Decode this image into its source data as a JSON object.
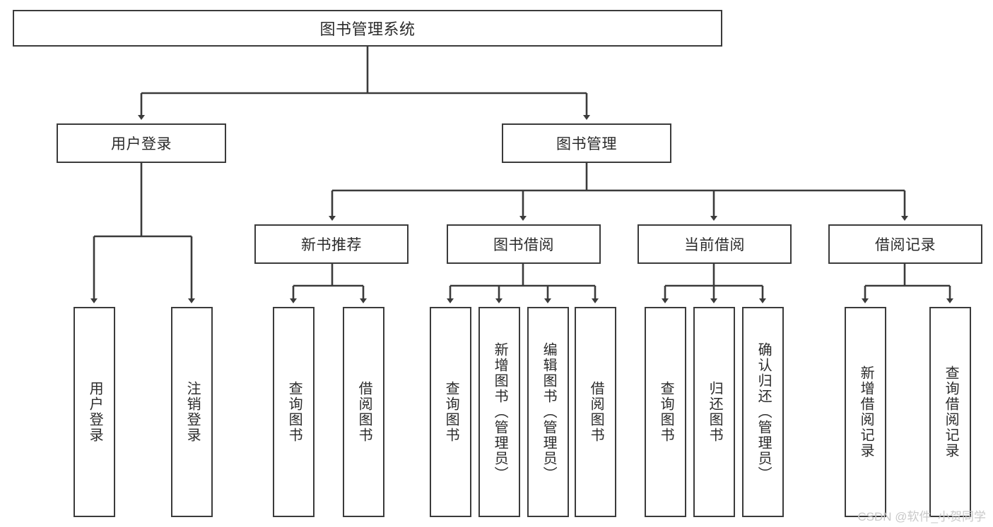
{
  "diagram": {
    "type": "tree",
    "title": "图书管理系统",
    "colors": {
      "stroke": "#3b3b3b",
      "text": "#2b2b2b",
      "background": "#ffffff",
      "watermark": "#c9c9c9"
    },
    "root": {
      "label": "图书管理系统"
    },
    "level2": [
      {
        "label": "用户登录"
      },
      {
        "label": "图书管理"
      }
    ],
    "level3": [
      {
        "label": "新书推荐"
      },
      {
        "label": "图书借阅"
      },
      {
        "label": "当前借阅"
      },
      {
        "label": "借阅记录"
      }
    ],
    "leaves": {
      "user_login": [
        {
          "label": "用户登录"
        },
        {
          "label": "注销登录"
        }
      ],
      "new_book": [
        {
          "label": "查询图书"
        },
        {
          "label": "借阅图书"
        }
      ],
      "borrow_book": [
        {
          "label": "查询图书"
        },
        {
          "label": "新增图书（管理员）"
        },
        {
          "label": "编辑图书（管理员）"
        },
        {
          "label": "借阅图书"
        }
      ],
      "current_borrow": [
        {
          "label": "查询图书"
        },
        {
          "label": "归还图书"
        },
        {
          "label": "确认归还（管理员）"
        }
      ],
      "borrow_record": [
        {
          "label": "新增借阅记录"
        },
        {
          "label": "查询借阅记录"
        }
      ]
    }
  },
  "watermark": {
    "text": "CSDN @软件_小贺同学"
  }
}
